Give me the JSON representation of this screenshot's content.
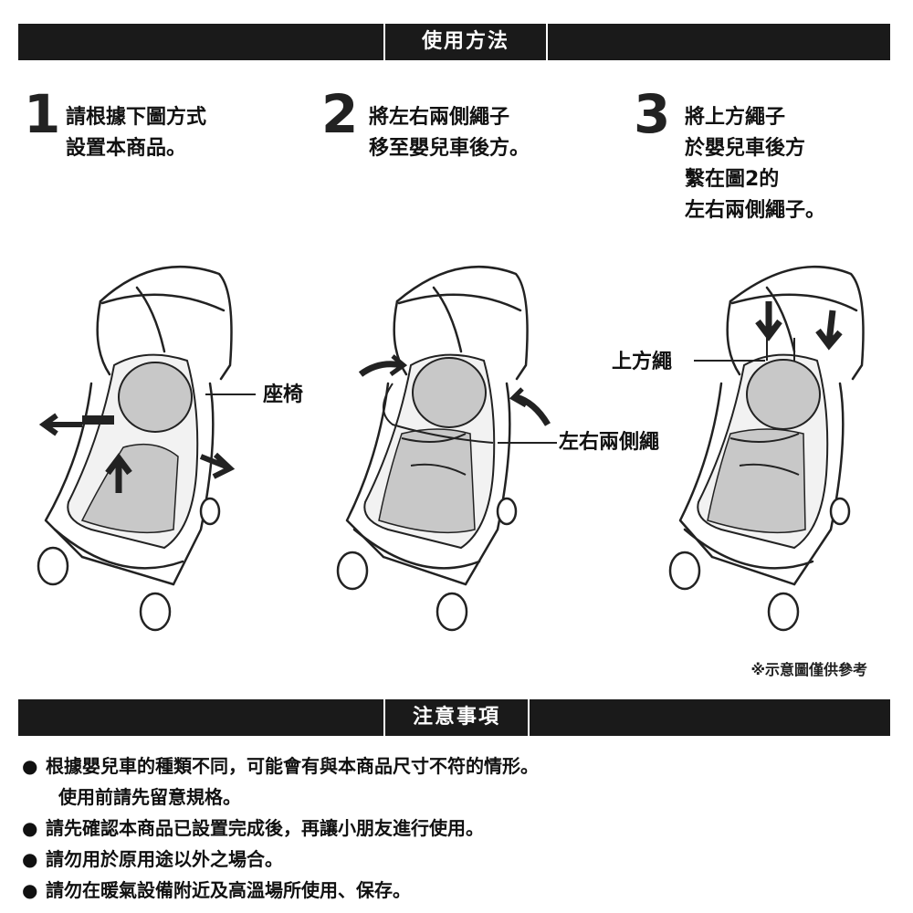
{
  "header": {
    "title": "使用方法"
  },
  "steps": [
    {
      "num": "1",
      "lines": [
        "請根據下圖方式",
        "設置本商品。"
      ]
    },
    {
      "num": "2",
      "lines": [
        "將左右兩側繩子",
        "移至嬰兒車後方。"
      ]
    },
    {
      "num": "3",
      "lines": [
        "將上方繩子",
        "於嬰兒車後方",
        "繫在圖2的",
        "左右兩側繩子。"
      ]
    }
  ],
  "labels": {
    "seat": "座椅",
    "top_rope": "上方繩",
    "side_ropes": "左右兩側繩"
  },
  "disclaimer": "※示意圖僅供參考",
  "notes_header": {
    "title": "注意事項"
  },
  "notes": {
    "bullet": "●",
    "items": [
      {
        "text": "根據嬰兒車的種類不同，可能會有與本商品尺寸不符的情形。",
        "cont": "使用前請先留意規格。"
      },
      {
        "text": "請先確認本商品已設置完成後，再讓小朋友進行使用。"
      },
      {
        "text": "請勿用於原用途以外之場合。"
      },
      {
        "text": "請勿在暖氣設備附近及高溫場所使用、保存。"
      }
    ]
  },
  "colors": {
    "bar": "#1a1a1a",
    "pad": "#c8c8c8",
    "line": "#222222"
  }
}
